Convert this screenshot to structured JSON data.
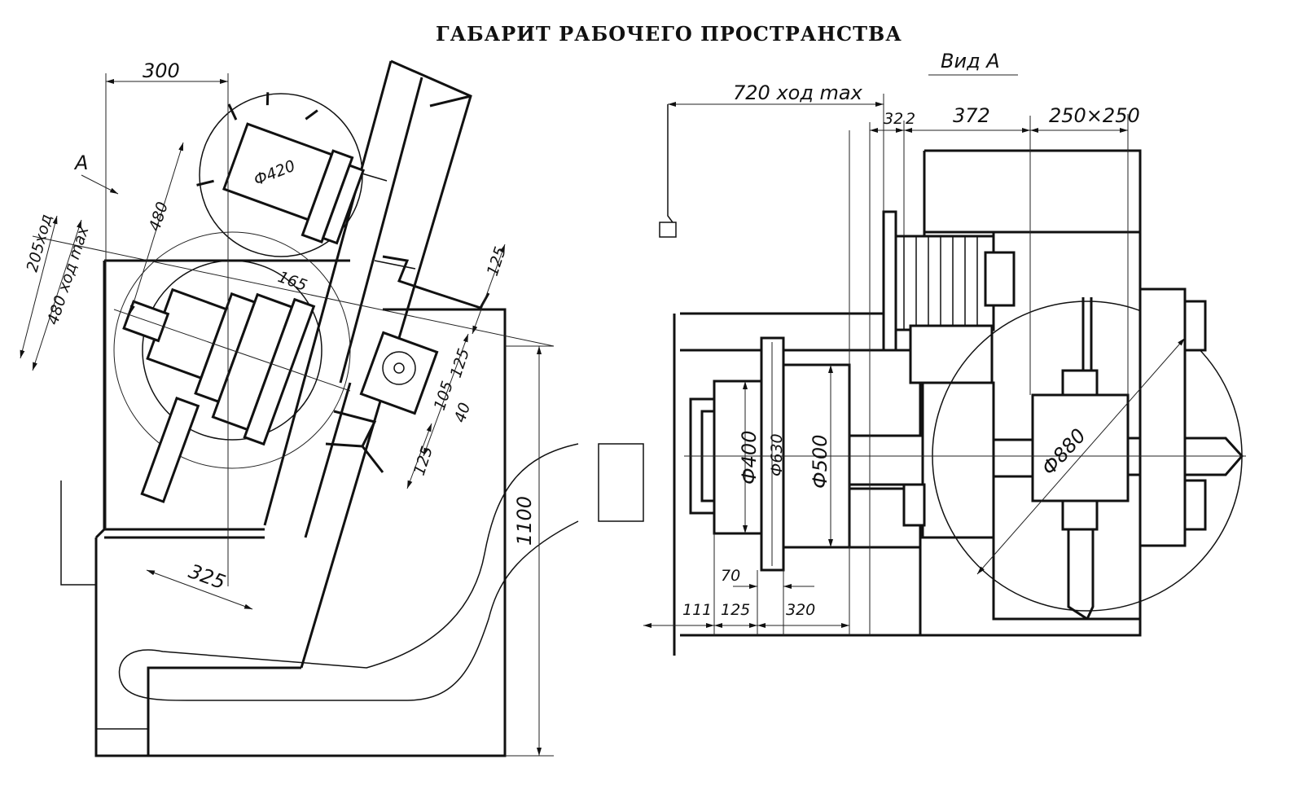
{
  "title": "ГАБАРИТ РАБОЧЕГО ПРОСТРАНСТВА",
  "view_label": "Вид А",
  "left_view": {
    "dim_300": "300",
    "arrow_a": "A",
    "dim_205_travel": "205ход",
    "dim_480_travel_max": "480 ход max",
    "dim_480": "480",
    "dia_420": "Ф420",
    "dim_165": "165",
    "dim_125_top": "125",
    "dim_125_mid": "125",
    "dim_105": "105",
    "dim_40": "40",
    "dim_125_bottom": "125",
    "dim_325": "325",
    "dim_1100": "1100"
  },
  "right_view": {
    "dim_720_travel_max": "720 ход max",
    "dim_32": "32",
    "dim_2": "2",
    "dim_372": "372",
    "dim_250x250": "250×250",
    "dia_400": "Ф400",
    "dia_630": "Ф630",
    "dia_500": "Ф500",
    "dia_880": "Ф880",
    "dim_70": "70",
    "dim_111": "111",
    "dim_125": "125",
    "dim_320": "320"
  }
}
